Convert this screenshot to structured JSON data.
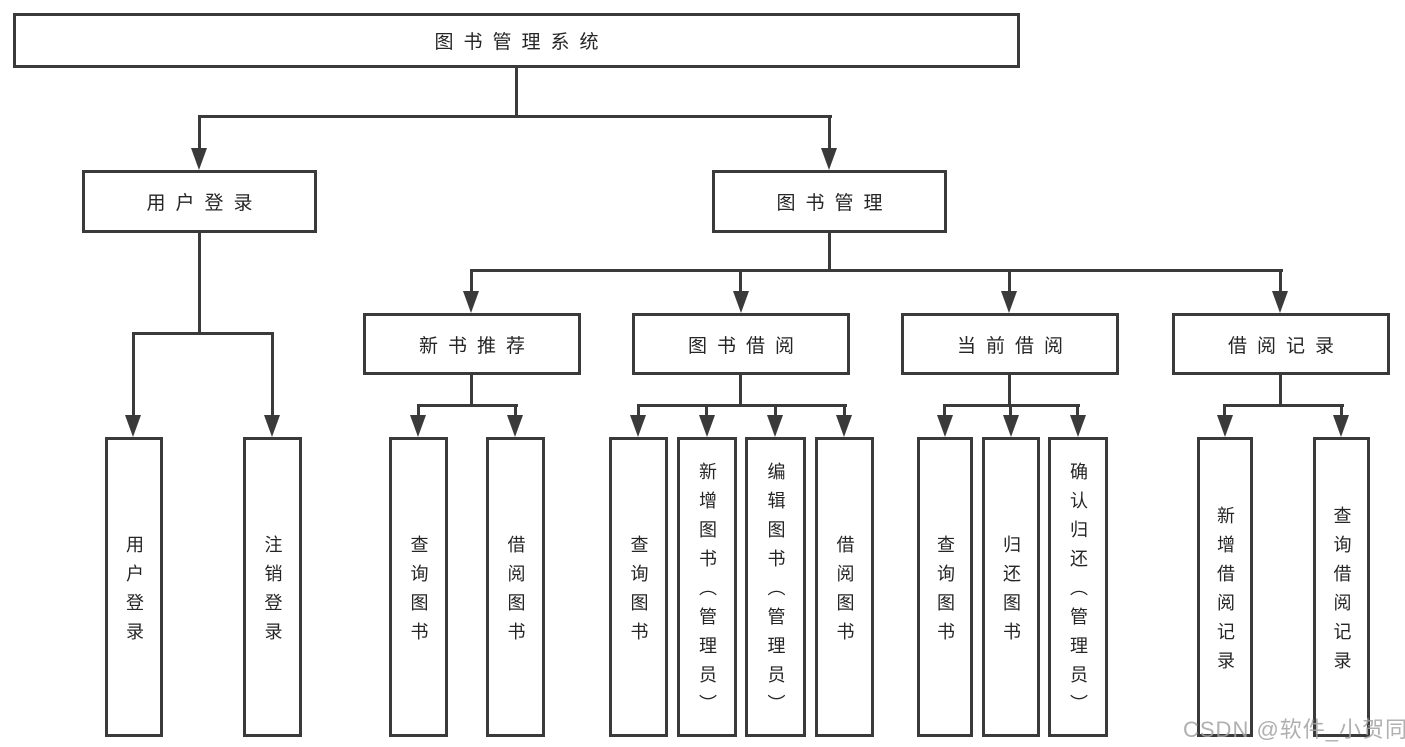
{
  "tree": {
    "root": {
      "label": "图书管理系统",
      "children": [
        {
          "label": "用户登录",
          "children": [
            {
              "label": "用户登录"
            },
            {
              "label": "注销登录"
            }
          ]
        },
        {
          "label": "图书管理",
          "children": [
            {
              "label": "新书推荐",
              "children": [
                {
                  "label": "查询图书"
                },
                {
                  "label": "借阅图书"
                }
              ]
            },
            {
              "label": "图书借阅",
              "children": [
                {
                  "label": "查询图书"
                },
                {
                  "label": "新增图书（管理员）"
                },
                {
                  "label": "编辑图书（管理员）"
                },
                {
                  "label": "借阅图书"
                }
              ]
            },
            {
              "label": "当前借阅",
              "children": [
                {
                  "label": "查询图书"
                },
                {
                  "label": "归还图书"
                },
                {
                  "label": "确认归还（管理员）"
                }
              ]
            },
            {
              "label": "借阅记录",
              "children": [
                {
                  "label": "新增借阅记录"
                },
                {
                  "label": "查询借阅记录"
                }
              ]
            }
          ]
        }
      ]
    }
  },
  "watermark": "CSDN @软件_小贺同学",
  "colors": {
    "line": "#3a3a3a",
    "box_border": "#3a3a3a",
    "text": "#252525",
    "background": "#ffffff",
    "watermark": "#a3a3a3"
  }
}
